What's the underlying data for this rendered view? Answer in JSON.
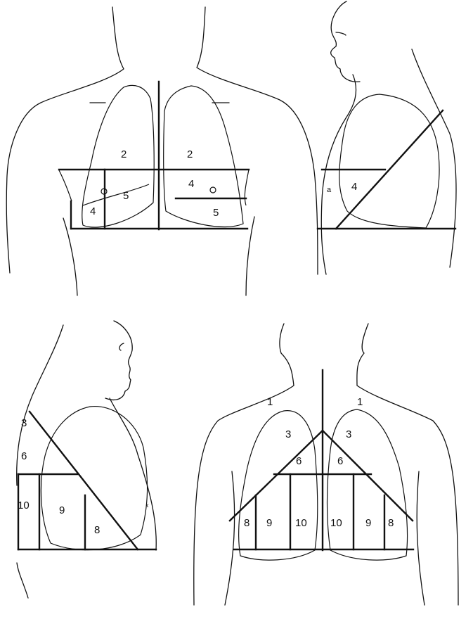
{
  "panels": {
    "anterior": {
      "labels": {
        "r_upper": "2",
        "l_upper": "2",
        "r_lateral": "4",
        "r_middle": "5",
        "l_sup_lingula": "4",
        "l_inf_lingula": "5"
      }
    },
    "right_lateral": {
      "labels": {
        "small": "a",
        "segment": "4"
      }
    },
    "left_lateral": {
      "labels": {
        "apical": "3",
        "superior": "6",
        "posterior_basal": "10",
        "lateral_basal": "9",
        "anterior_basal": "8",
        "mark": "‹"
      }
    },
    "posterior": {
      "labels": {
        "l_apex": "1",
        "r_apex": "1",
        "l_post": "3",
        "r_post": "3",
        "l_sup": "6",
        "r_sup": "6",
        "l8": "8",
        "l9": "9",
        "l10": "10",
        "r10": "10",
        "r9": "9",
        "r8": "8"
      }
    }
  }
}
